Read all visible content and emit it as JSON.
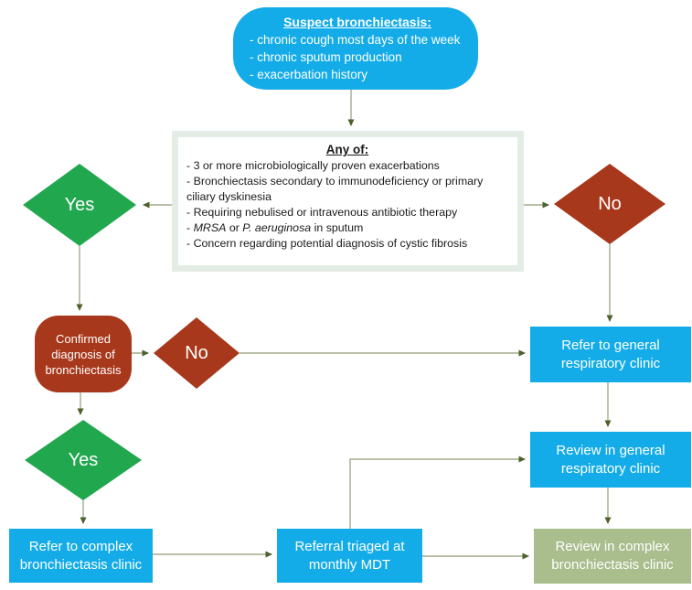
{
  "colors": {
    "node_blue": "#14ACE8",
    "node_green": "#21A74E",
    "node_red": "#A8381B",
    "node_olive": "#A9BD8D",
    "criteria_border": "#E3EDE6",
    "line": "#A2AC8B",
    "arrow": "#4C612C",
    "text_light": "#FFFFFF",
    "text_dark": "#1A1A1A"
  },
  "start_node": {
    "title": "Suspect bronchiectasis:",
    "items": [
      "- chronic cough most days of the week",
      "- chronic sputum production",
      "- exacerbation history"
    ]
  },
  "criteria_node": {
    "title": "Any of:",
    "items": [
      "- 3 or more microbiologically proven exacerbations",
      "- Bronchiectasis secondary to immunodeficiency or primary ciliary dyskinesia",
      "- Requiring nebulised or intravenous antibiotic therapy"
    ],
    "sputum_item": {
      "dash": "- ",
      "organism1": "MRSA",
      "conjunction": " or ",
      "organism2": "P. aeruginosa",
      "suffix": " in sputum"
    },
    "final_item": "- Concern regarding potential diagnosis of cystic fibrosis"
  },
  "decisions": {
    "criteria_yes": "Yes",
    "criteria_no": "No",
    "confirmed_no": "No",
    "confirmed_yes": "Yes"
  },
  "nodes": {
    "confirmed_diagnosis": "Confirmed diagnosis of bronchiectasis",
    "refer_general": "Refer to general respiratory clinic",
    "review_general": "Review in general respiratory clinic",
    "review_complex": "Review in complex bronchiectasis clinic",
    "refer_complex": "Refer to complex bronchiectasis clinic",
    "mdt": "Referral triaged at monthly MDT"
  }
}
